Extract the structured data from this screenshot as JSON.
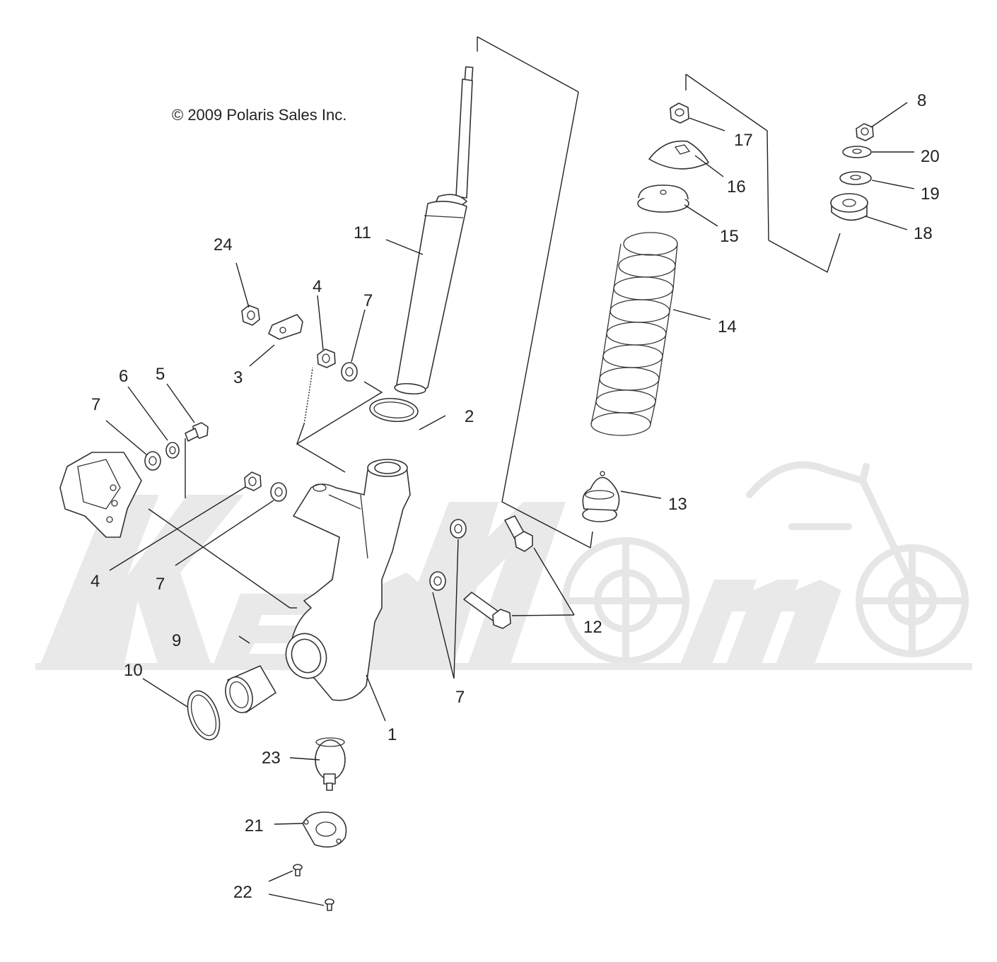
{
  "copyright": "© 2009 Polaris Sales Inc.",
  "callouts": {
    "c1": "1",
    "c2": "2",
    "c3": "3",
    "c4a": "4",
    "c4b": "4",
    "c5": "5",
    "c6": "6",
    "c7a": "7",
    "c7b": "7",
    "c7c": "7",
    "c7d": "7",
    "c8": "8",
    "c9": "9",
    "c10": "10",
    "c11": "11",
    "c12": "12",
    "c13": "13",
    "c14": "14",
    "c15": "15",
    "c16": "16",
    "c17": "17",
    "c18": "18",
    "c19": "19",
    "c20": "20",
    "c21": "21",
    "c22": "22",
    "c23": "23",
    "c24": "24"
  },
  "watermark_color": "#e9e9e9",
  "ink_color": "#222222"
}
